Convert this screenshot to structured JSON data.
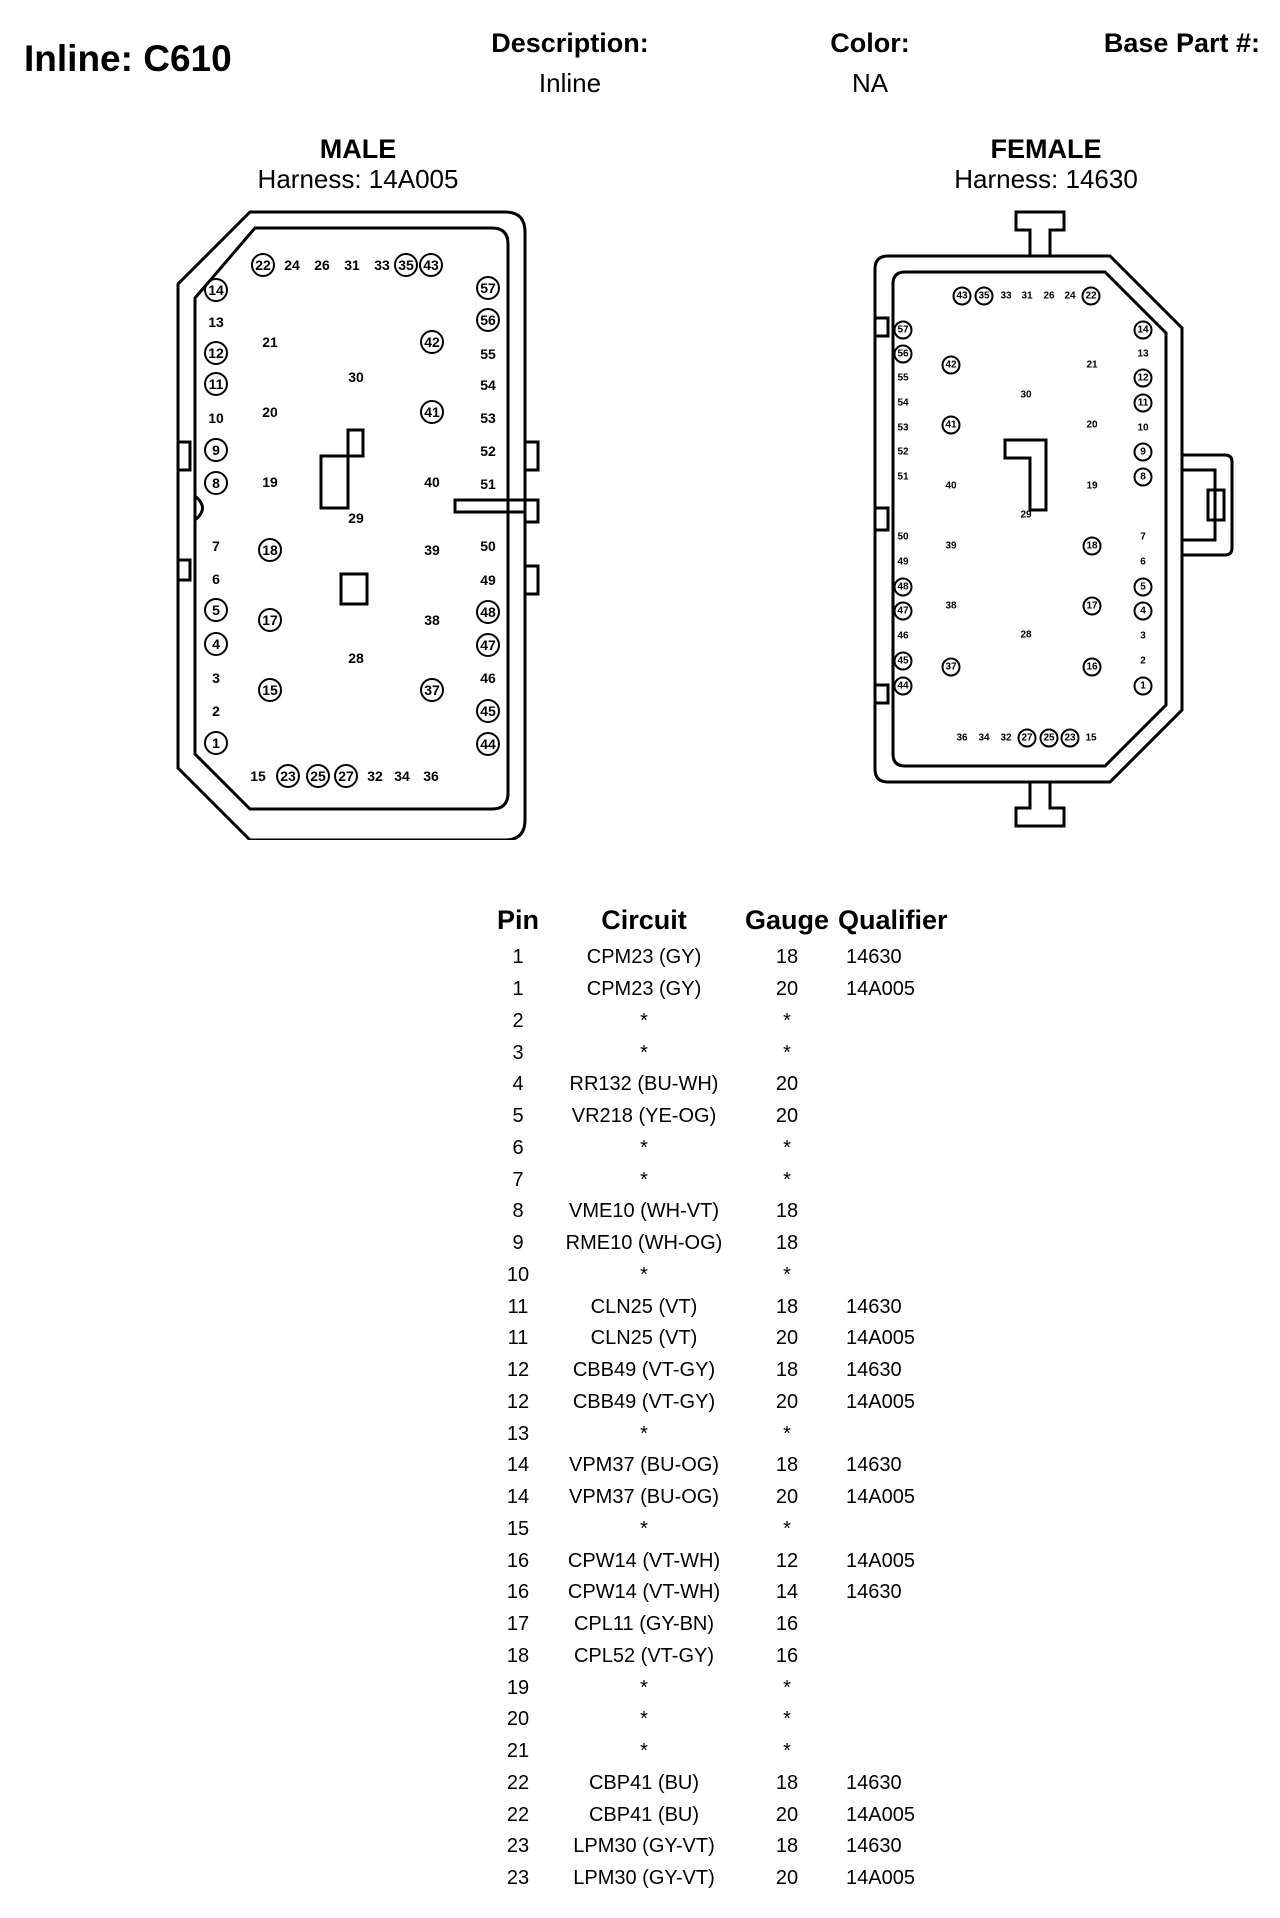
{
  "header": {
    "title": "Inline: C610",
    "description_label": "Description:",
    "description_value": "Inline",
    "color_label": "Color:",
    "color_value": "NA",
    "base_part_label": "Base Part #:"
  },
  "male": {
    "title": "MALE",
    "harness": "Harness: 14A005",
    "pins": [
      {
        "n": "22",
        "c": true
      },
      {
        "n": "24",
        "c": false
      },
      {
        "n": "26",
        "c": false
      },
      {
        "n": "31",
        "c": false
      },
      {
        "n": "33",
        "c": false
      },
      {
        "n": "35",
        "c": true
      },
      {
        "n": "43",
        "c": true
      },
      {
        "n": "14",
        "c": true
      },
      {
        "n": "13",
        "c": false
      },
      {
        "n": "12",
        "c": true
      },
      {
        "n": "11",
        "c": true
      },
      {
        "n": "10",
        "c": false
      },
      {
        "n": "9",
        "c": true
      },
      {
        "n": "8",
        "c": true
      },
      {
        "n": "7",
        "c": false
      },
      {
        "n": "6",
        "c": false
      },
      {
        "n": "5",
        "c": true
      },
      {
        "n": "4",
        "c": true
      },
      {
        "n": "3",
        "c": false
      },
      {
        "n": "2",
        "c": false
      },
      {
        "n": "1",
        "c": true
      },
      {
        "n": "21",
        "c": false
      },
      {
        "n": "20",
        "c": false
      },
      {
        "n": "19",
        "c": false
      },
      {
        "n": "18",
        "c": true
      },
      {
        "n": "17",
        "c": true
      },
      {
        "n": "15",
        "c": true
      },
      {
        "n": "30",
        "c": false
      },
      {
        "n": "29",
        "c": false
      },
      {
        "n": "28",
        "c": false
      },
      {
        "n": "42",
        "c": true
      },
      {
        "n": "41",
        "c": true
      },
      {
        "n": "40",
        "c": false
      },
      {
        "n": "39",
        "c": false
      },
      {
        "n": "38",
        "c": false
      },
      {
        "n": "37",
        "c": true
      },
      {
        "n": "57",
        "c": true
      },
      {
        "n": "56",
        "c": true
      },
      {
        "n": "55",
        "c": false
      },
      {
        "n": "54",
        "c": false
      },
      {
        "n": "53",
        "c": false
      },
      {
        "n": "52",
        "c": false
      },
      {
        "n": "51",
        "c": false
      },
      {
        "n": "50",
        "c": false
      },
      {
        "n": "49",
        "c": false
      },
      {
        "n": "48",
        "c": true
      },
      {
        "n": "47",
        "c": true
      },
      {
        "n": "46",
        "c": false
      },
      {
        "n": "45",
        "c": true
      },
      {
        "n": "44",
        "c": true
      },
      {
        "n": "15",
        "c": false
      },
      {
        "n": "23",
        "c": true
      },
      {
        "n": "25",
        "c": true
      },
      {
        "n": "27",
        "c": true
      },
      {
        "n": "32",
        "c": false
      },
      {
        "n": "34",
        "c": false
      },
      {
        "n": "36",
        "c": false
      }
    ]
  },
  "female": {
    "title": "FEMALE",
    "harness": "Harness: 14630",
    "pins": [
      {
        "n": "43",
        "c": true
      },
      {
        "n": "35",
        "c": true
      },
      {
        "n": "33",
        "c": false
      },
      {
        "n": "31",
        "c": false
      },
      {
        "n": "26",
        "c": false
      },
      {
        "n": "24",
        "c": false
      },
      {
        "n": "22",
        "c": true
      },
      {
        "n": "57",
        "c": true
      },
      {
        "n": "56",
        "c": true
      },
      {
        "n": "55",
        "c": false
      },
      {
        "n": "54",
        "c": false
      },
      {
        "n": "53",
        "c": false
      },
      {
        "n": "52",
        "c": false
      },
      {
        "n": "51",
        "c": false
      },
      {
        "n": "50",
        "c": false
      },
      {
        "n": "49",
        "c": false
      },
      {
        "n": "48",
        "c": true
      },
      {
        "n": "47",
        "c": true
      },
      {
        "n": "46",
        "c": false
      },
      {
        "n": "45",
        "c": true
      },
      {
        "n": "44",
        "c": true
      },
      {
        "n": "42",
        "c": true
      },
      {
        "n": "41",
        "c": true
      },
      {
        "n": "40",
        "c": false
      },
      {
        "n": "39",
        "c": false
      },
      {
        "n": "38",
        "c": false
      },
      {
        "n": "37",
        "c": true
      },
      {
        "n": "30",
        "c": false
      },
      {
        "n": "29",
        "c": false
      },
      {
        "n": "28",
        "c": false
      },
      {
        "n": "21",
        "c": false
      },
      {
        "n": "20",
        "c": false
      },
      {
        "n": "19",
        "c": false
      },
      {
        "n": "18",
        "c": true
      },
      {
        "n": "17",
        "c": true
      },
      {
        "n": "16",
        "c": true
      },
      {
        "n": "14",
        "c": true
      },
      {
        "n": "13",
        "c": false
      },
      {
        "n": "12",
        "c": true
      },
      {
        "n": "11",
        "c": true
      },
      {
        "n": "10",
        "c": false
      },
      {
        "n": "9",
        "c": true
      },
      {
        "n": "8",
        "c": true
      },
      {
        "n": "7",
        "c": false
      },
      {
        "n": "6",
        "c": false
      },
      {
        "n": "5",
        "c": true
      },
      {
        "n": "4",
        "c": true
      },
      {
        "n": "3",
        "c": false
      },
      {
        "n": "2",
        "c": false
      },
      {
        "n": "1",
        "c": true
      },
      {
        "n": "36",
        "c": false
      },
      {
        "n": "34",
        "c": false
      },
      {
        "n": "32",
        "c": false
      },
      {
        "n": "27",
        "c": true
      },
      {
        "n": "25",
        "c": true
      },
      {
        "n": "23",
        "c": true
      },
      {
        "n": "15",
        "c": false
      }
    ]
  },
  "table": {
    "headers": {
      "pin": "Pin",
      "circuit": "Circuit",
      "gauge": "Gauge",
      "qualifier": "Qualifier"
    },
    "rows": [
      {
        "pin": "1",
        "circuit": "CPM23 (GY)",
        "gauge": "18",
        "qualifier": "14630"
      },
      {
        "pin": "1",
        "circuit": "CPM23 (GY)",
        "gauge": "20",
        "qualifier": "14A005"
      },
      {
        "pin": "2",
        "circuit": "*",
        "gauge": "*",
        "qualifier": ""
      },
      {
        "pin": "3",
        "circuit": "*",
        "gauge": "*",
        "qualifier": ""
      },
      {
        "pin": "4",
        "circuit": "RR132 (BU-WH)",
        "gauge": "20",
        "qualifier": ""
      },
      {
        "pin": "5",
        "circuit": "VR218 (YE-OG)",
        "gauge": "20",
        "qualifier": ""
      },
      {
        "pin": "6",
        "circuit": "*",
        "gauge": "*",
        "qualifier": ""
      },
      {
        "pin": "7",
        "circuit": "*",
        "gauge": "*",
        "qualifier": ""
      },
      {
        "pin": "8",
        "circuit": "VME10 (WH-VT)",
        "gauge": "18",
        "qualifier": ""
      },
      {
        "pin": "9",
        "circuit": "RME10 (WH-OG)",
        "gauge": "18",
        "qualifier": ""
      },
      {
        "pin": "10",
        "circuit": "*",
        "gauge": "*",
        "qualifier": ""
      },
      {
        "pin": "11",
        "circuit": "CLN25 (VT)",
        "gauge": "18",
        "qualifier": "14630"
      },
      {
        "pin": "11",
        "circuit": "CLN25 (VT)",
        "gauge": "20",
        "qualifier": "14A005"
      },
      {
        "pin": "12",
        "circuit": "CBB49 (VT-GY)",
        "gauge": "18",
        "qualifier": "14630"
      },
      {
        "pin": "12",
        "circuit": "CBB49 (VT-GY)",
        "gauge": "20",
        "qualifier": "14A005"
      },
      {
        "pin": "13",
        "circuit": "*",
        "gauge": "*",
        "qualifier": ""
      },
      {
        "pin": "14",
        "circuit": "VPM37 (BU-OG)",
        "gauge": "18",
        "qualifier": "14630"
      },
      {
        "pin": "14",
        "circuit": "VPM37 (BU-OG)",
        "gauge": "20",
        "qualifier": "14A005"
      },
      {
        "pin": "15",
        "circuit": "*",
        "gauge": "*",
        "qualifier": ""
      },
      {
        "pin": "16",
        "circuit": "CPW14 (VT-WH)",
        "gauge": "12",
        "qualifier": "14A005"
      },
      {
        "pin": "16",
        "circuit": "CPW14 (VT-WH)",
        "gauge": "14",
        "qualifier": "14630"
      },
      {
        "pin": "17",
        "circuit": "CPL11 (GY-BN)",
        "gauge": "16",
        "qualifier": ""
      },
      {
        "pin": "18",
        "circuit": "CPL52 (VT-GY)",
        "gauge": "16",
        "qualifier": ""
      },
      {
        "pin": "19",
        "circuit": "*",
        "gauge": "*",
        "qualifier": ""
      },
      {
        "pin": "20",
        "circuit": "*",
        "gauge": "*",
        "qualifier": ""
      },
      {
        "pin": "21",
        "circuit": "*",
        "gauge": "*",
        "qualifier": ""
      },
      {
        "pin": "22",
        "circuit": "CBP41 (BU)",
        "gauge": "18",
        "qualifier": "14630"
      },
      {
        "pin": "22",
        "circuit": "CBP41 (BU)",
        "gauge": "20",
        "qualifier": "14A005"
      },
      {
        "pin": "23",
        "circuit": "LPM30 (GY-VT)",
        "gauge": "18",
        "qualifier": "14630"
      },
      {
        "pin": "23",
        "circuit": "LPM30 (GY-VT)",
        "gauge": "20",
        "qualifier": "14A005"
      }
    ]
  }
}
